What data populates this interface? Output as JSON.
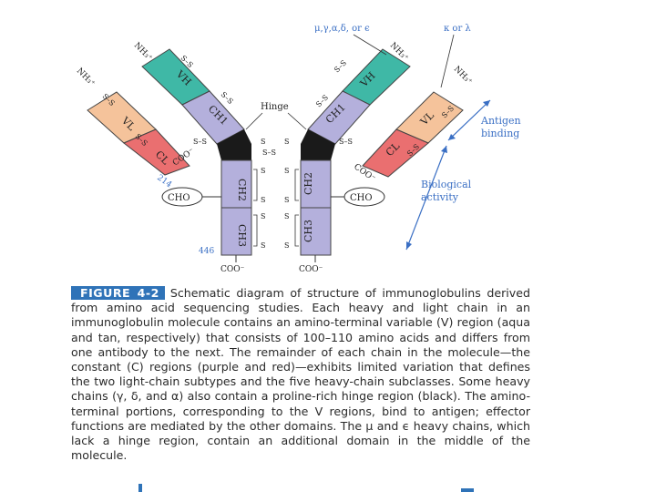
{
  "diagram": {
    "heavy_chain_types": "μ,γ,α,δ, or ϵ",
    "light_chain_types": "κ or λ",
    "nh3_left_light": "NH₃⁺",
    "nh3_left_heavy": "NH₃⁺",
    "nh3_right_heavy": "NH₃⁺",
    "nh3_right_light": "NH₃⁺",
    "vl": "VL",
    "cl": "CL",
    "vh": "VH",
    "ch1": "CH1",
    "ch2": "CH2",
    "ch3": "CH3",
    "hinge": "Hinge",
    "ss": "S",
    "ss_pair": "S–S",
    "coo_light": "COO⁻",
    "coo_heavy": "COO⁻",
    "residue_214": "214",
    "residue_446": "446",
    "cho": "CHO",
    "antigen_binding": [
      "Antigen",
      "binding"
    ],
    "biological_activity": [
      "Biological",
      "activity"
    ],
    "colors": {
      "variable_heavy": "#3fb8a6",
      "variable_light": "#f5c39b",
      "constant_heavy": "#b4b0dc",
      "constant_light": "#ea6f70",
      "hinge": "#1a1a1a",
      "accent": "#2f73b8"
    }
  },
  "caption": {
    "label": "FIGURE 4-2",
    "text": "Schematic diagram of structure of immunoglobulins derived from amino acid sequencing studies. Each heavy and light chain in an immunoglobulin molecule contains an amino-terminal variable (V) region (aqua and tan, respectively) that consists of 100–110 amino acids and differs from one antibody to the next. The remainder of each chain in the molecule—the constant (C) regions (purple and red)—exhibits limited variation that defines the two light-chain subtypes and the five heavy-chain subclasses. Some heavy chains (γ, δ, and α) also contain a proline-rich hinge region (black). The amino-terminal portions, corresponding to the V regions, bind to antigen; effector functions are mediated by the other domains. The μ and ϵ heavy chains, which lack a hinge region, contain an additional domain in the middle of the molecule."
  }
}
